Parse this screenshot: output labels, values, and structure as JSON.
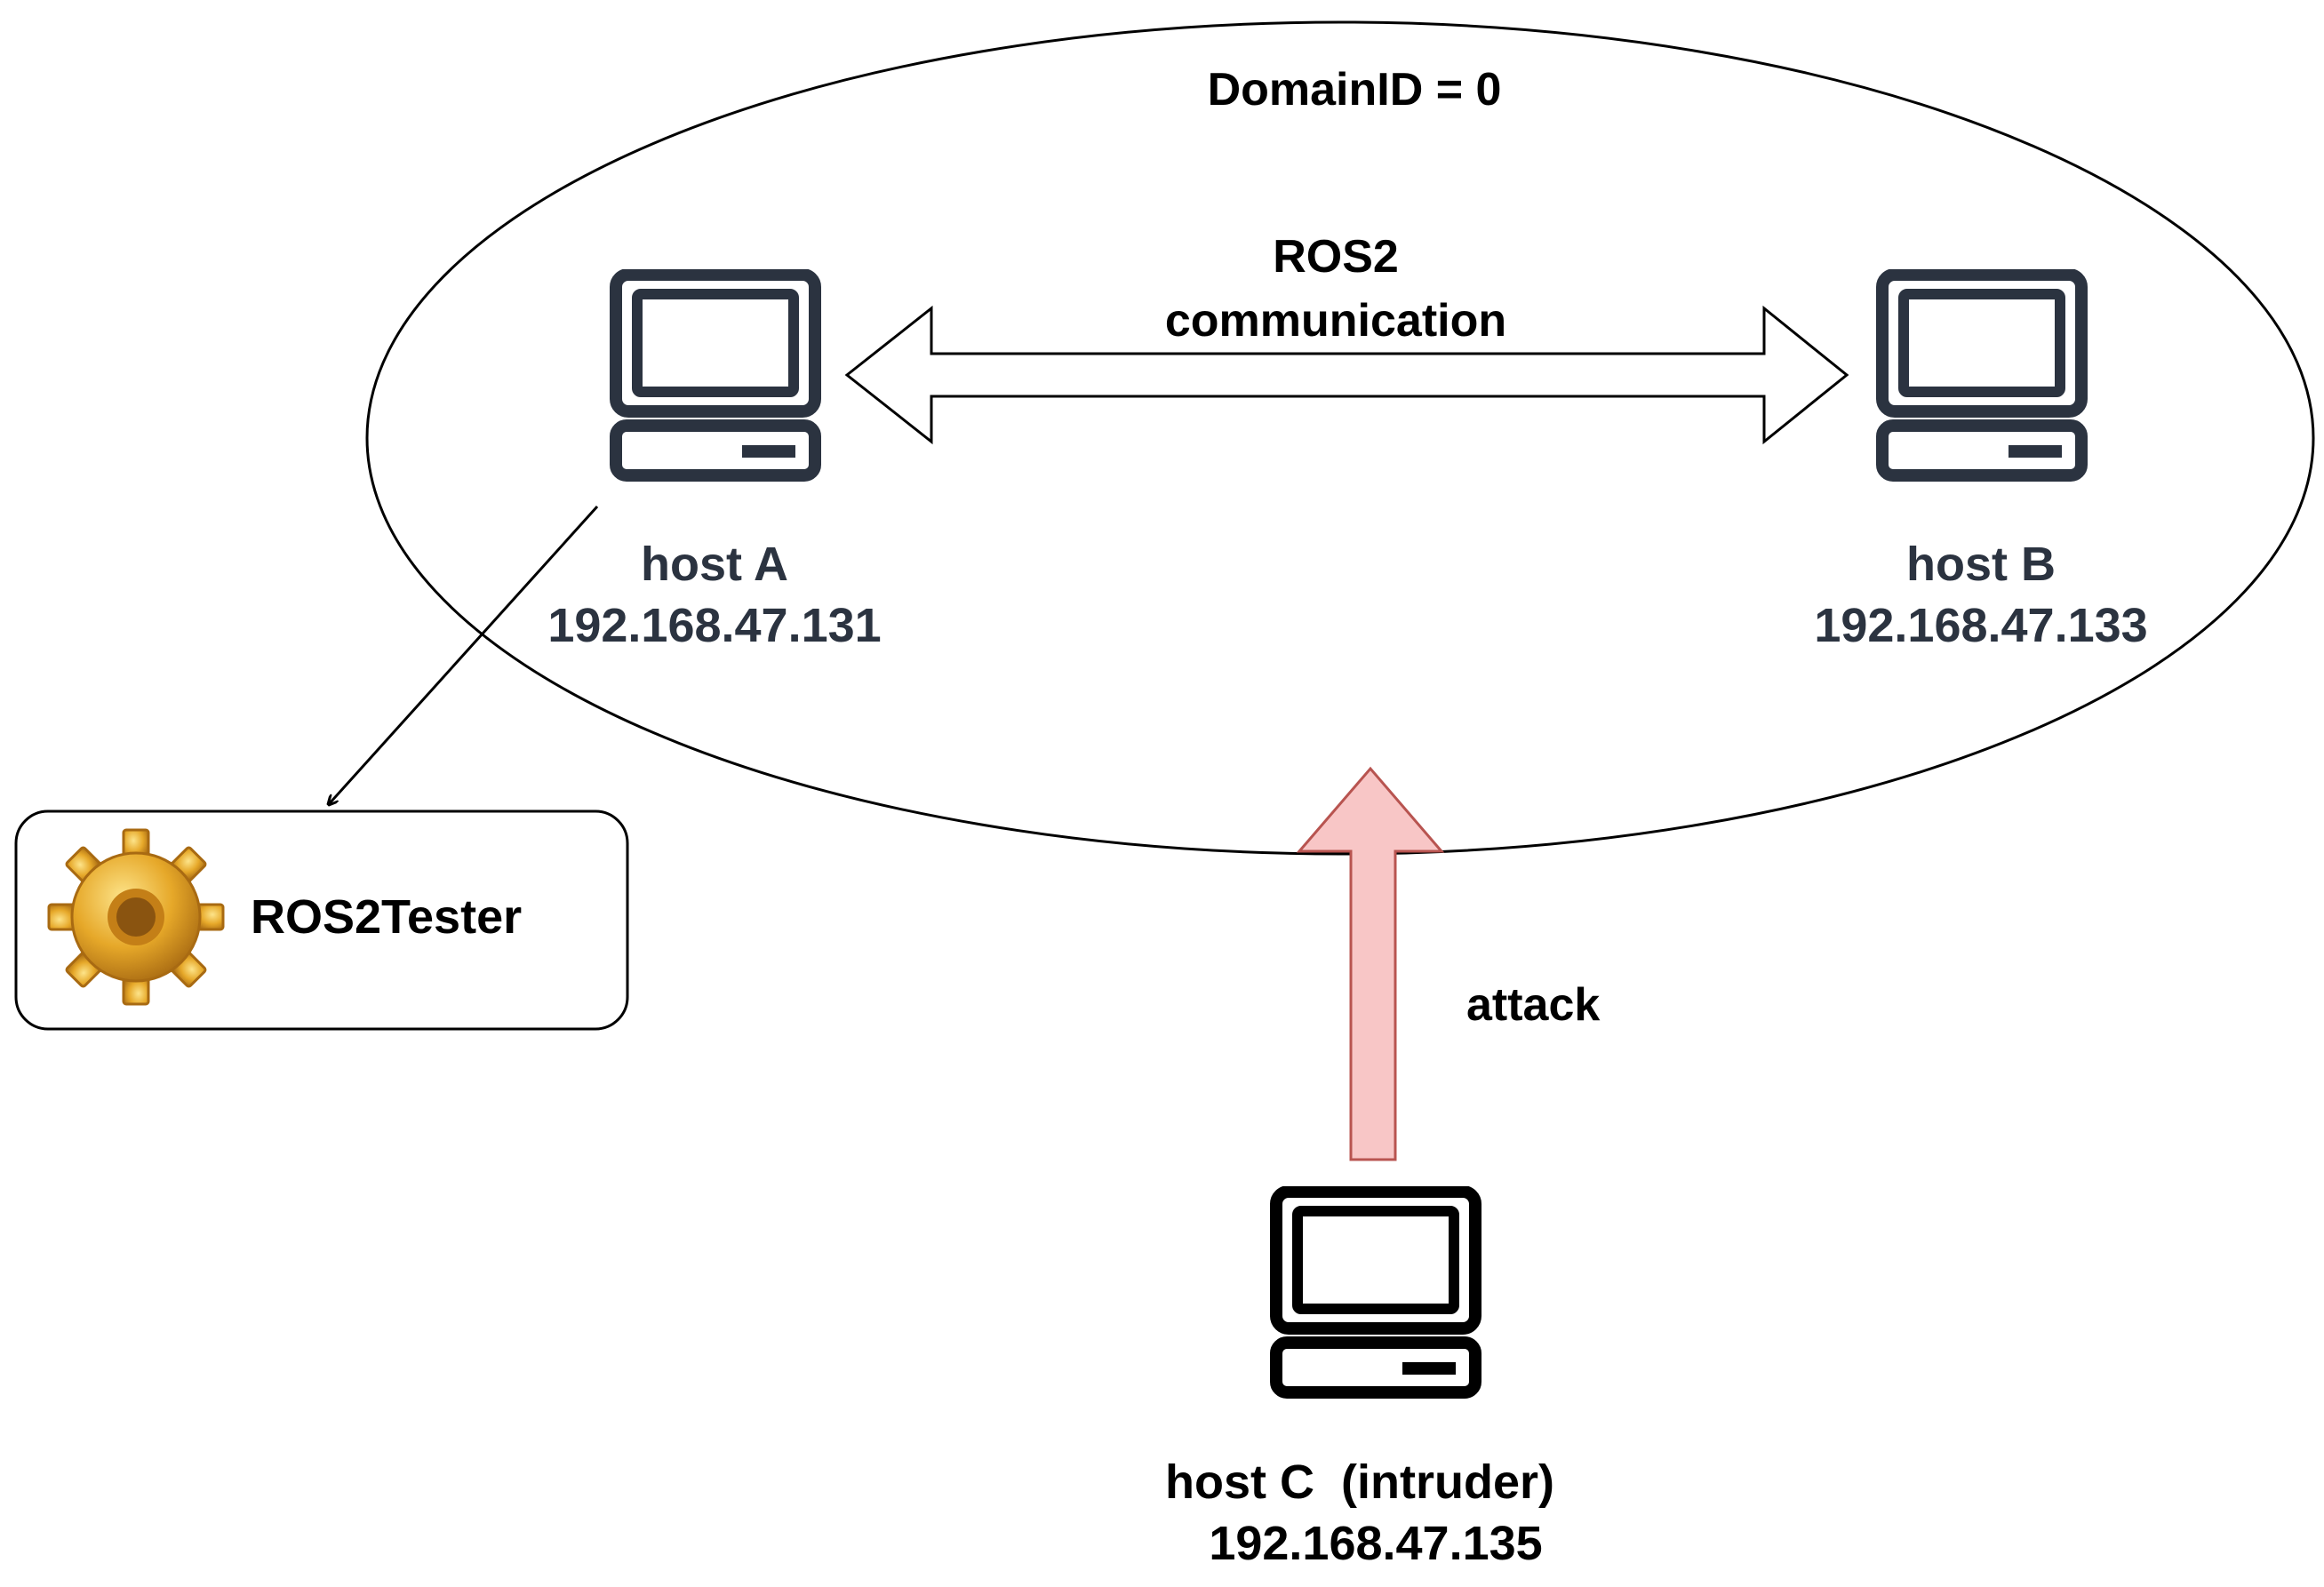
{
  "domain": {
    "label": "DomainID = 0"
  },
  "link": {
    "line1": "ROS2",
    "line2": "communication"
  },
  "hosts": {
    "a": {
      "name": "host A",
      "ip": "192.168.47.131"
    },
    "b": {
      "name": "host B",
      "ip": "192.168.47.133"
    },
    "c": {
      "name": "host C  (intruder)",
      "ip": "192.168.47.135"
    }
  },
  "attack": {
    "label": "attack",
    "color": "#f8c6c6",
    "stroke": "#b85450"
  },
  "tester": {
    "label": "ROS2Tester",
    "icon": "gear-icon"
  },
  "colors": {
    "host_label": "#2b3340",
    "computer": "#2b3340",
    "gear": "#e6a829"
  }
}
